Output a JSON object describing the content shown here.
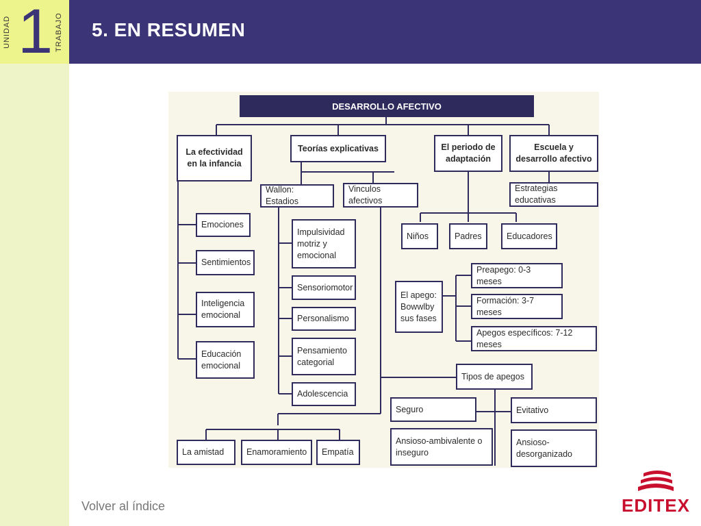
{
  "sidebar": {
    "unit_label": "UNIDAD",
    "unit_number": "1",
    "type_label": "TRABAJO"
  },
  "header": {
    "title": "5. EN RESUMEN"
  },
  "diagram": {
    "root": "DESARROLLO AFECTIVO",
    "branches": {
      "efectividad": "La efectividad en la infancia",
      "teorias": "Teorías explicativas",
      "periodo": "El periodo de adaptación",
      "escuela": "Escuela y desarrollo afectivo"
    },
    "efectividad_items": [
      "Emociones",
      "Sentimientos",
      "Inteligencia emocional",
      "Educación emocional"
    ],
    "wallon": "Wallon: Estadios",
    "wallon_items": [
      "Impulsividad motriz y emocional",
      "Sensoriomotor",
      "Personalismo",
      "Pensamiento categorial",
      "Adolescencia"
    ],
    "vinculos": "Vinculos afectivos",
    "periodo_items": [
      "Niños",
      "Padres",
      "Educadores"
    ],
    "estrategias": "Estrategias educativas",
    "apego": "El apego: Bowwlby sus fases",
    "apego_fases": [
      "Preapego: 0-3 meses",
      "Formación: 3-7 meses",
      "Apegos específicos: 7-12 meses"
    ],
    "tipos": "Tipos de apegos",
    "tipos_items": [
      "Seguro",
      "Evitativo",
      "Ansioso-ambivalente o inseguro",
      "Ansioso-desorganizado"
    ],
    "relaciones": [
      "La amistad",
      "Enamoramiento",
      "Empatía"
    ]
  },
  "footer": {
    "back_link": "Volver al índice",
    "logo_text": "EDITEX"
  },
  "colors": {
    "primary": "#3b3476",
    "sidebar": "#eef4c8",
    "badge": "#eef48c",
    "logo": "#c8102e"
  }
}
